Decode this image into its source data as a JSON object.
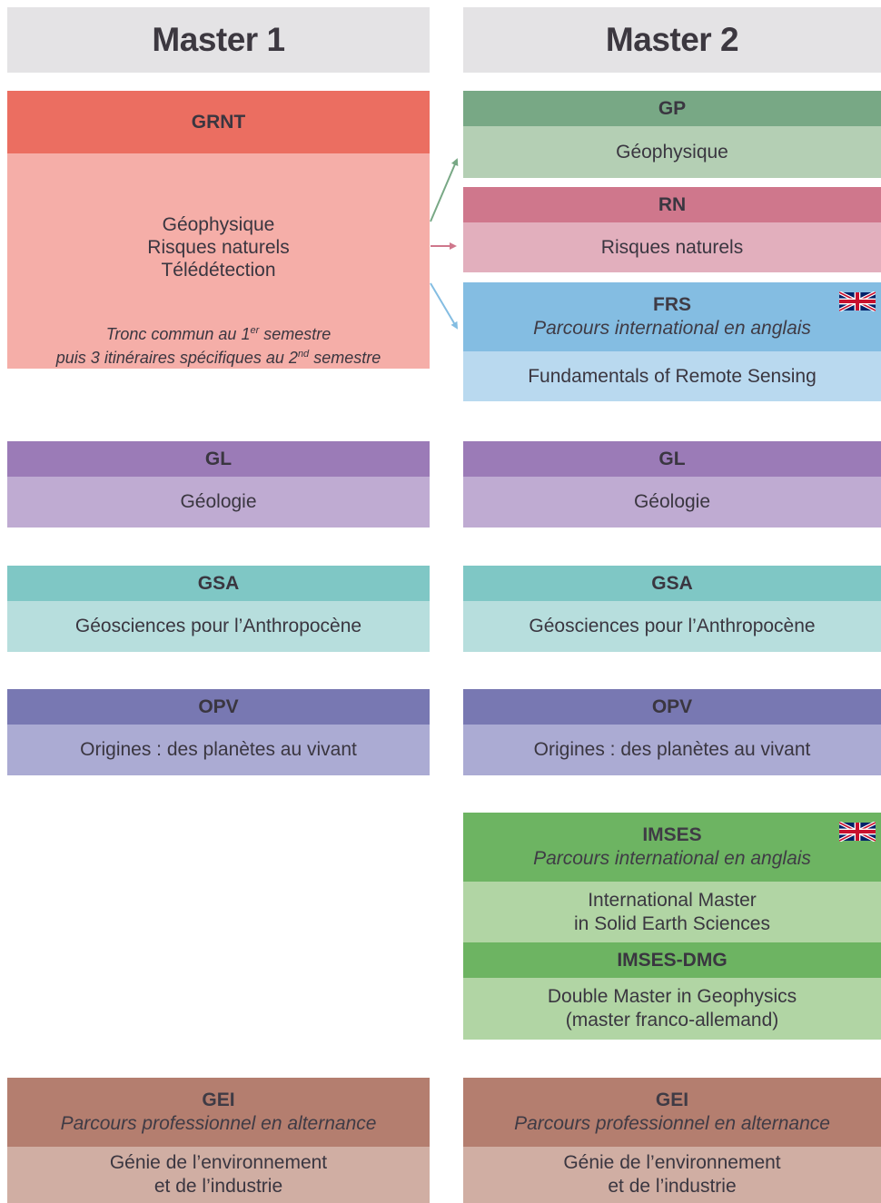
{
  "columns": {
    "master1": "Master 1",
    "master2": "Master 2"
  },
  "grnt": {
    "code": "GRNT",
    "lines": [
      "Géophysique",
      "Risques naturels",
      "Télédétection"
    ],
    "note_line1_pre": "Tronc commun au 1",
    "note_line1_sup": "er",
    "note_line1_post": " semestre",
    "note_line2_pre": "puis 3 itinéraires spécifiques au 2",
    "note_line2_sup": "nd",
    "note_line2_post": " semestre"
  },
  "m2_gp": {
    "code": "GP",
    "name": "Géophysique"
  },
  "m2_rn": {
    "code": "RN",
    "name": "Risques naturels"
  },
  "m2_frs": {
    "code": "FRS",
    "subtitle": "Parcours international en anglais",
    "name": "Fundamentals of Remote Sensing",
    "flag": "uk-flag-icon"
  },
  "gl": {
    "code": "GL",
    "name": "Géologie"
  },
  "gsa": {
    "code": "GSA",
    "name": "Géosciences pour l’Anthropocène"
  },
  "opv": {
    "code": "OPV",
    "name": "Origines : des planètes au vivant"
  },
  "imses": {
    "code": "IMSES",
    "subtitle": "Parcours international en anglais",
    "name_line1": "International Master",
    "name_line2": "in Solid Earth Sciences",
    "flag": "uk-flag-icon"
  },
  "imses_dmg": {
    "code": "IMSES-DMG",
    "name_line1": "Double Master in Geophysics",
    "name_line2": "(master franco-allemand)"
  },
  "gei": {
    "code": "GEI",
    "subtitle": "Parcours professionnel en alternance",
    "name_line1": "Génie de l’environnement",
    "name_line2": "et de l’industrie"
  },
  "colors": {
    "header_bg": "#e4e3e5",
    "grnt_dark": "#eb6e61",
    "grnt_light": "#f5aea8",
    "gp_dark": "#78a885",
    "gp_light": "#b4cfb4",
    "rn_dark": "#cf778c",
    "rn_light": "#e2afbd",
    "frs_dark": "#84bde2",
    "frs_light": "#b9d9ef",
    "gl_dark": "#9b7bb7",
    "gl_light": "#bfabd2",
    "gsa_dark": "#7fc7c5",
    "gsa_light": "#b7dedd",
    "opv_dark": "#7878b2",
    "opv_light": "#ababd3",
    "imses_dark": "#6db462",
    "imses_light": "#b1d5a4",
    "gei_dark": "#b47e6f",
    "gei_light": "#d0aea3"
  }
}
